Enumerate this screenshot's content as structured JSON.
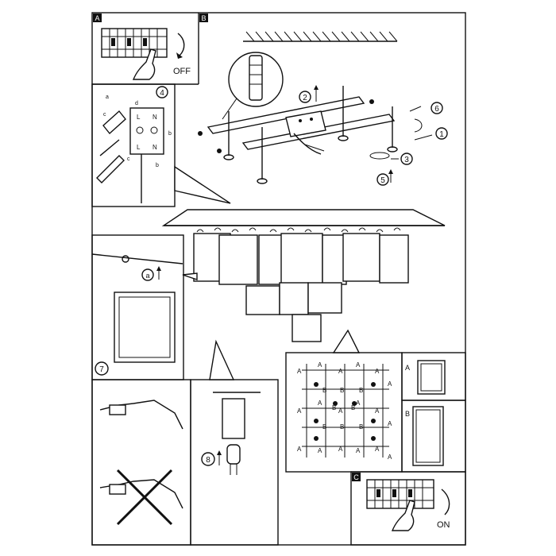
{
  "panels": {
    "A": {
      "letter": "A",
      "power_label": "OFF"
    },
    "B": {
      "letter": "B"
    },
    "C": {
      "letter": "C",
      "power_label": "ON"
    }
  },
  "steps": {
    "s1": "1",
    "s2": "2",
    "s3": "3",
    "s4": "4",
    "s5": "5",
    "s6": "6",
    "s7": "7",
    "s8": "8",
    "a": "a"
  },
  "wiring": {
    "terminals": [
      "L",
      "N",
      "L",
      "N"
    ],
    "marks": [
      "a",
      "b",
      "c",
      "d",
      "c",
      "b"
    ]
  },
  "legend": {
    "type_a": "A",
    "type_b": "B"
  },
  "layout_grid": {
    "a_marks": [
      "A",
      "A",
      "A",
      "A",
      "A",
      "A",
      "A",
      "A",
      "A",
      "A",
      "A",
      "A",
      "A",
      "A",
      "A",
      "A",
      "A",
      "A"
    ],
    "b_marks": [
      "B",
      "B",
      "B",
      "B",
      "B",
      "B",
      "B",
      "B"
    ]
  },
  "icons": [
    "hand-pointer-icon",
    "circuit-breaker-icon",
    "dowel-icon",
    "screwdriver-icon",
    "bulb-icon",
    "cross-icon"
  ]
}
